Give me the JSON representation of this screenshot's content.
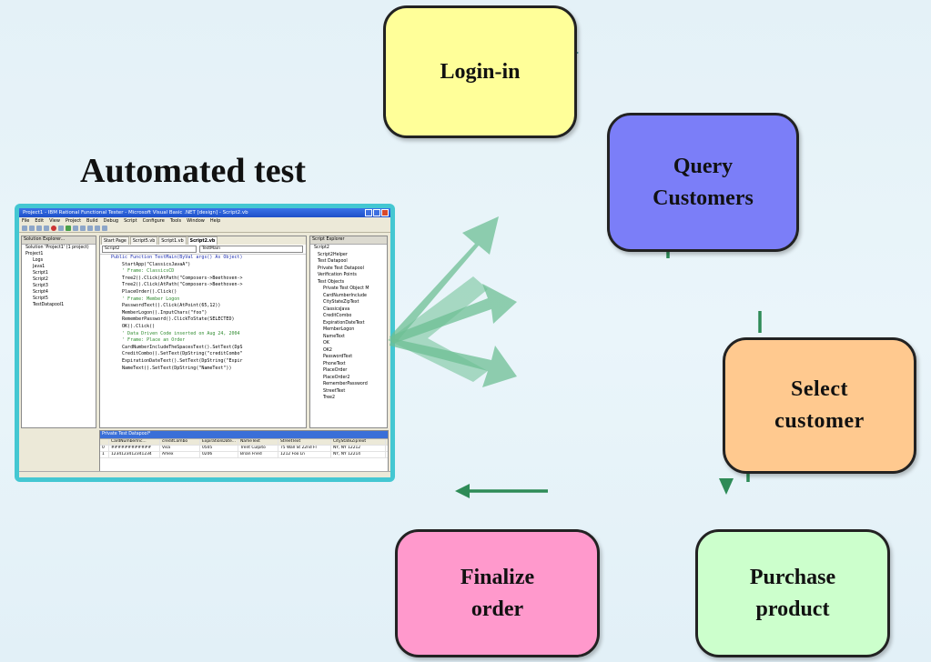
{
  "title": "Automated test",
  "steps": [
    {
      "id": "login",
      "label": "Login-in",
      "color": "#ffff99"
    },
    {
      "id": "query",
      "label": "Query\nCustomers",
      "color": "#7b7ef8"
    },
    {
      "id": "select",
      "label": "Select\ncustomer",
      "color": "#ffc98f"
    },
    {
      "id": "purchase",
      "label": "Purchase\nproduct",
      "color": "#ccffcc"
    },
    {
      "id": "finalize",
      "label": "Finalize\norder",
      "color": "#ff99cc"
    }
  ],
  "colors": {
    "arrow_teal": "#2a8a8a",
    "arrow_green": "#2e8b57",
    "wide_arrows": "#6dbf94",
    "frame": "#44c7d2"
  },
  "ide": {
    "window_title": "Project1 - IBM Rational Functional Tester - Microsoft Visual Basic .NET [design] - Script2.vb",
    "menu": [
      "File",
      "Edit",
      "View",
      "Project",
      "Build",
      "Debug",
      "Script",
      "Configure",
      "Tools",
      "Window",
      "Help"
    ],
    "solution_explorer": {
      "header": "Solution Explorer...",
      "items": [
        "Solution 'Project1' (1 project)",
        "Project1",
        "Logs",
        "Java1",
        "Script1",
        "Script2",
        "Script3",
        "Script4",
        "Script5",
        "TestDatapool1"
      ]
    },
    "editor": {
      "tabs": [
        "Start Page",
        "Script5.vb",
        "Script1.vb",
        "Script2.vb"
      ],
      "dropdown_left": "Script2",
      "dropdown_right": "TestMain",
      "lines": [
        "Public Function TestMain(ByVal args() As Object)",
        "    StartApp(\"ClassicsJavaA\")",
        "",
        "    ' Frame: ClassicsCD",
        "    Tree2().Click(AtPath(\"Composers->Beethoven->",
        "    Tree2().Click(AtPath(\"Composers->Beethoven->",
        "    PlaceOrder().Click()",
        "",
        "    ' Frame: Member Logon",
        "    PasswordText().Click(AtPoint(65,12))",
        "    MemberLogon().InputChars(\"foo\")",
        "    RememberPassword().ClickToState(SELECTED)",
        "    OK().Click()",
        "    ' Data Driven Code inserted on Aug 24, 2004",
        "",
        "    ' Frame: Place an Order",
        "    CardNumberIncludeTheSpacesText().SetText(DpS",
        "    CreditCombo().SetText(DpString(\"creditCombo\"",
        "    ExpirationDateText().SetText(DpString(\"Expir",
        "    NameText().SetText(DpString(\"NameText\"))"
      ]
    },
    "script_explorer": {
      "header": "Script Explorer",
      "items": [
        "Script2",
        "Script2Helper",
        "Test Datapool",
        "Private Test Datapool",
        "Verification Points",
        "Test Objects",
        "Private Test Object M",
        "CardNumberInclude",
        "CityStateZipText",
        "ClassicsJava",
        "CreditCombo",
        "ExpirationDateText",
        "MemberLogon",
        "NameText",
        "OK",
        "OK2",
        "PasswordText",
        "PhoneText",
        "PlaceOrder",
        "PlaceOrder2",
        "RememberPassword",
        "StreetText",
        "Tree2"
      ]
    },
    "datapool": {
      "header": "Private Test Datapool*",
      "columns": [
        "",
        "CardNumberInc...",
        "creditCombo",
        "ExpirationDate...",
        "NameText",
        "StreetText",
        "CityStateZipText"
      ],
      "rows": [
        [
          "0",
          "############",
          "Visa",
          "0505",
          "Trent Culpito",
          "75 Wall St 22nd Fl",
          "NY, NY 12212"
        ],
        [
          "1",
          "1234123412341234",
          "Amex",
          "0206",
          "Brian Fried",
          "1212 Foo Ln",
          "NY, NY 12214"
        ]
      ]
    }
  }
}
